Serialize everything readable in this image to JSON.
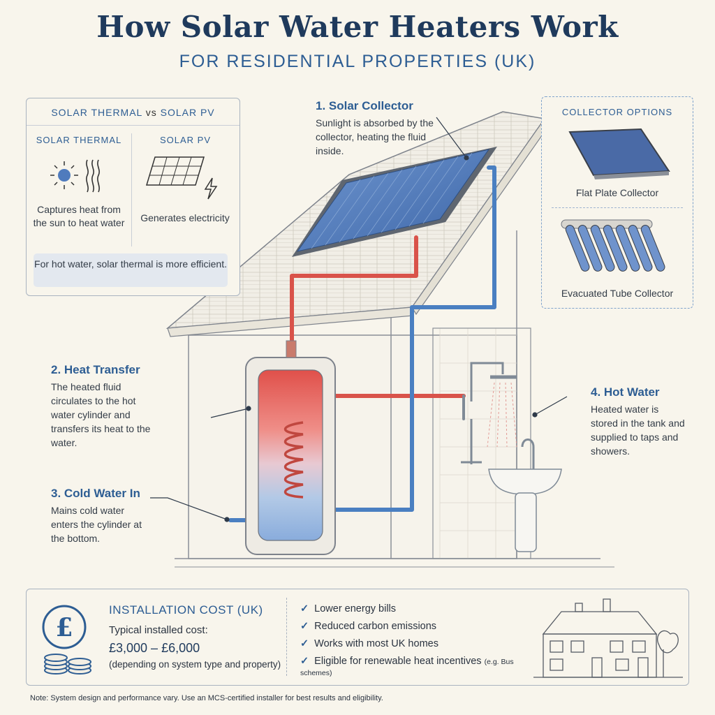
{
  "title": "How Solar Water Heaters Work",
  "subtitle": "FOR RESIDENTIAL PROPERTIES (UK)",
  "comparison": {
    "heading_left": "SOLAR THERMAL",
    "heading_vs": "vs",
    "heading_right": "SOLAR PV",
    "thermal_label": "SOLAR THERMAL",
    "thermal_desc": "Captures heat from the sun to heat water",
    "pv_label": "SOLAR PV",
    "pv_desc": "Generates electricity",
    "note": "For hot water, solar thermal is more efficient."
  },
  "collectors": {
    "heading": "COLLECTOR OPTIONS",
    "flat_plate": "Flat Plate Collector",
    "evacuated_tube": "Evacuated Tube Collector"
  },
  "steps": [
    {
      "title": "1. Solar Collector",
      "text": "Sunlight is absorbed by the collector, heating the fluid inside."
    },
    {
      "title": "2. Heat Transfer",
      "text": "The heated fluid circulates to the hot water cylinder and transfers its heat to the water."
    },
    {
      "title": "3. Cold Water In",
      "text": "Mains cold water enters the cylinder at the bottom."
    },
    {
      "title": "4. Hot Water",
      "text": "Heated water is stored in the tank and supplied to taps and showers."
    }
  ],
  "cost": {
    "heading": "INSTALLATION COST (UK)",
    "line1": "Typical installed cost:",
    "range": "£3,000 – £6,000",
    "note": "(depending on system type and property)",
    "currency_symbol": "£"
  },
  "benefits": [
    {
      "text": "Lower energy bills"
    },
    {
      "text": "Reduced carbon emissions"
    },
    {
      "text": "Works with most UK homes"
    },
    {
      "text": "Eligible for renewable heat incentives",
      "small": "(e.g. Bus schemes)"
    }
  ],
  "footnote": "Note: System design and performance vary. Use an MCS-certified installer for best results and eligibility.",
  "colors": {
    "navy": "#1f3a5c",
    "accent_blue": "#2d5d93",
    "hot_red": "#d9534a",
    "cold_blue": "#4a7fc1",
    "background": "#f8f5ec"
  },
  "icons": [
    "sun-icon",
    "heat-waves-icon",
    "solar-panel-icon",
    "lightning-icon",
    "pound-icon",
    "coins-icon",
    "check-icon",
    "house-icon"
  ]
}
